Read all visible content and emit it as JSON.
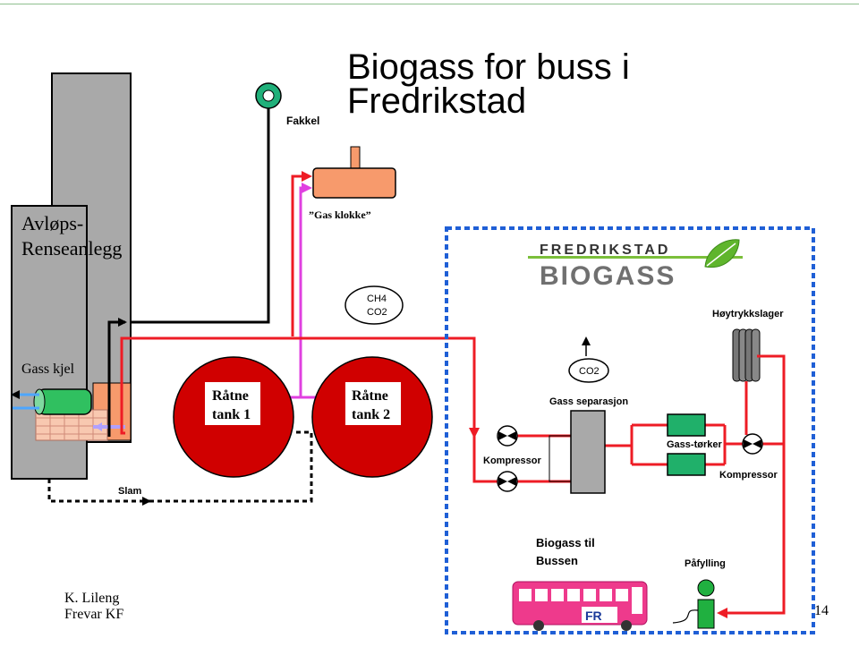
{
  "slide": {
    "title_line1": "Biogass for buss i",
    "title_line2": "Fredrikstad",
    "page_number": "14",
    "author_line1": "K. Lileng",
    "author_line2": "Frevar KF"
  },
  "labels": {
    "plant_line1": "Avløps-",
    "plant_line2": "Renseanlegg",
    "boiler": "Gass kjel",
    "flare": "Fakkel",
    "gas_holder": "”Gas klokke”",
    "gas_mix_line1": "CH4",
    "gas_mix_line2": "CO2",
    "tank1_line1": "Råtne",
    "tank1_line2": "tank 1",
    "tank2_line1": "Råtne",
    "tank2_line2": "tank 2",
    "sludge": "Slam",
    "high_pressure_storage": "Høytrykkslager",
    "co2_out": "CO2",
    "gas_separation": "Gass separasjon",
    "gas_dryer": "Gass-tørker",
    "compressor_left": "Kompressor",
    "compressor_right": "Kompressor",
    "bus_caption_line1": "Biogass til",
    "bus_caption_line2": "Bussen",
    "refuel": "Påfylling"
  },
  "logo": {
    "top_word": "FREDRIKSTAD",
    "bottom_word": "BIOGASS"
  },
  "colors": {
    "gas_line": "#ee1c25",
    "pink_line": "#e040e0",
    "tank_fill": "#d00000",
    "building_fill": "#a9a9a9",
    "holder_fill": "#f79a6c",
    "boundary": "#1f5fd6",
    "bus_fill": "#ee3a8c",
    "refuel_fill": "#20b040",
    "dryer_fill": "#20b06a"
  }
}
